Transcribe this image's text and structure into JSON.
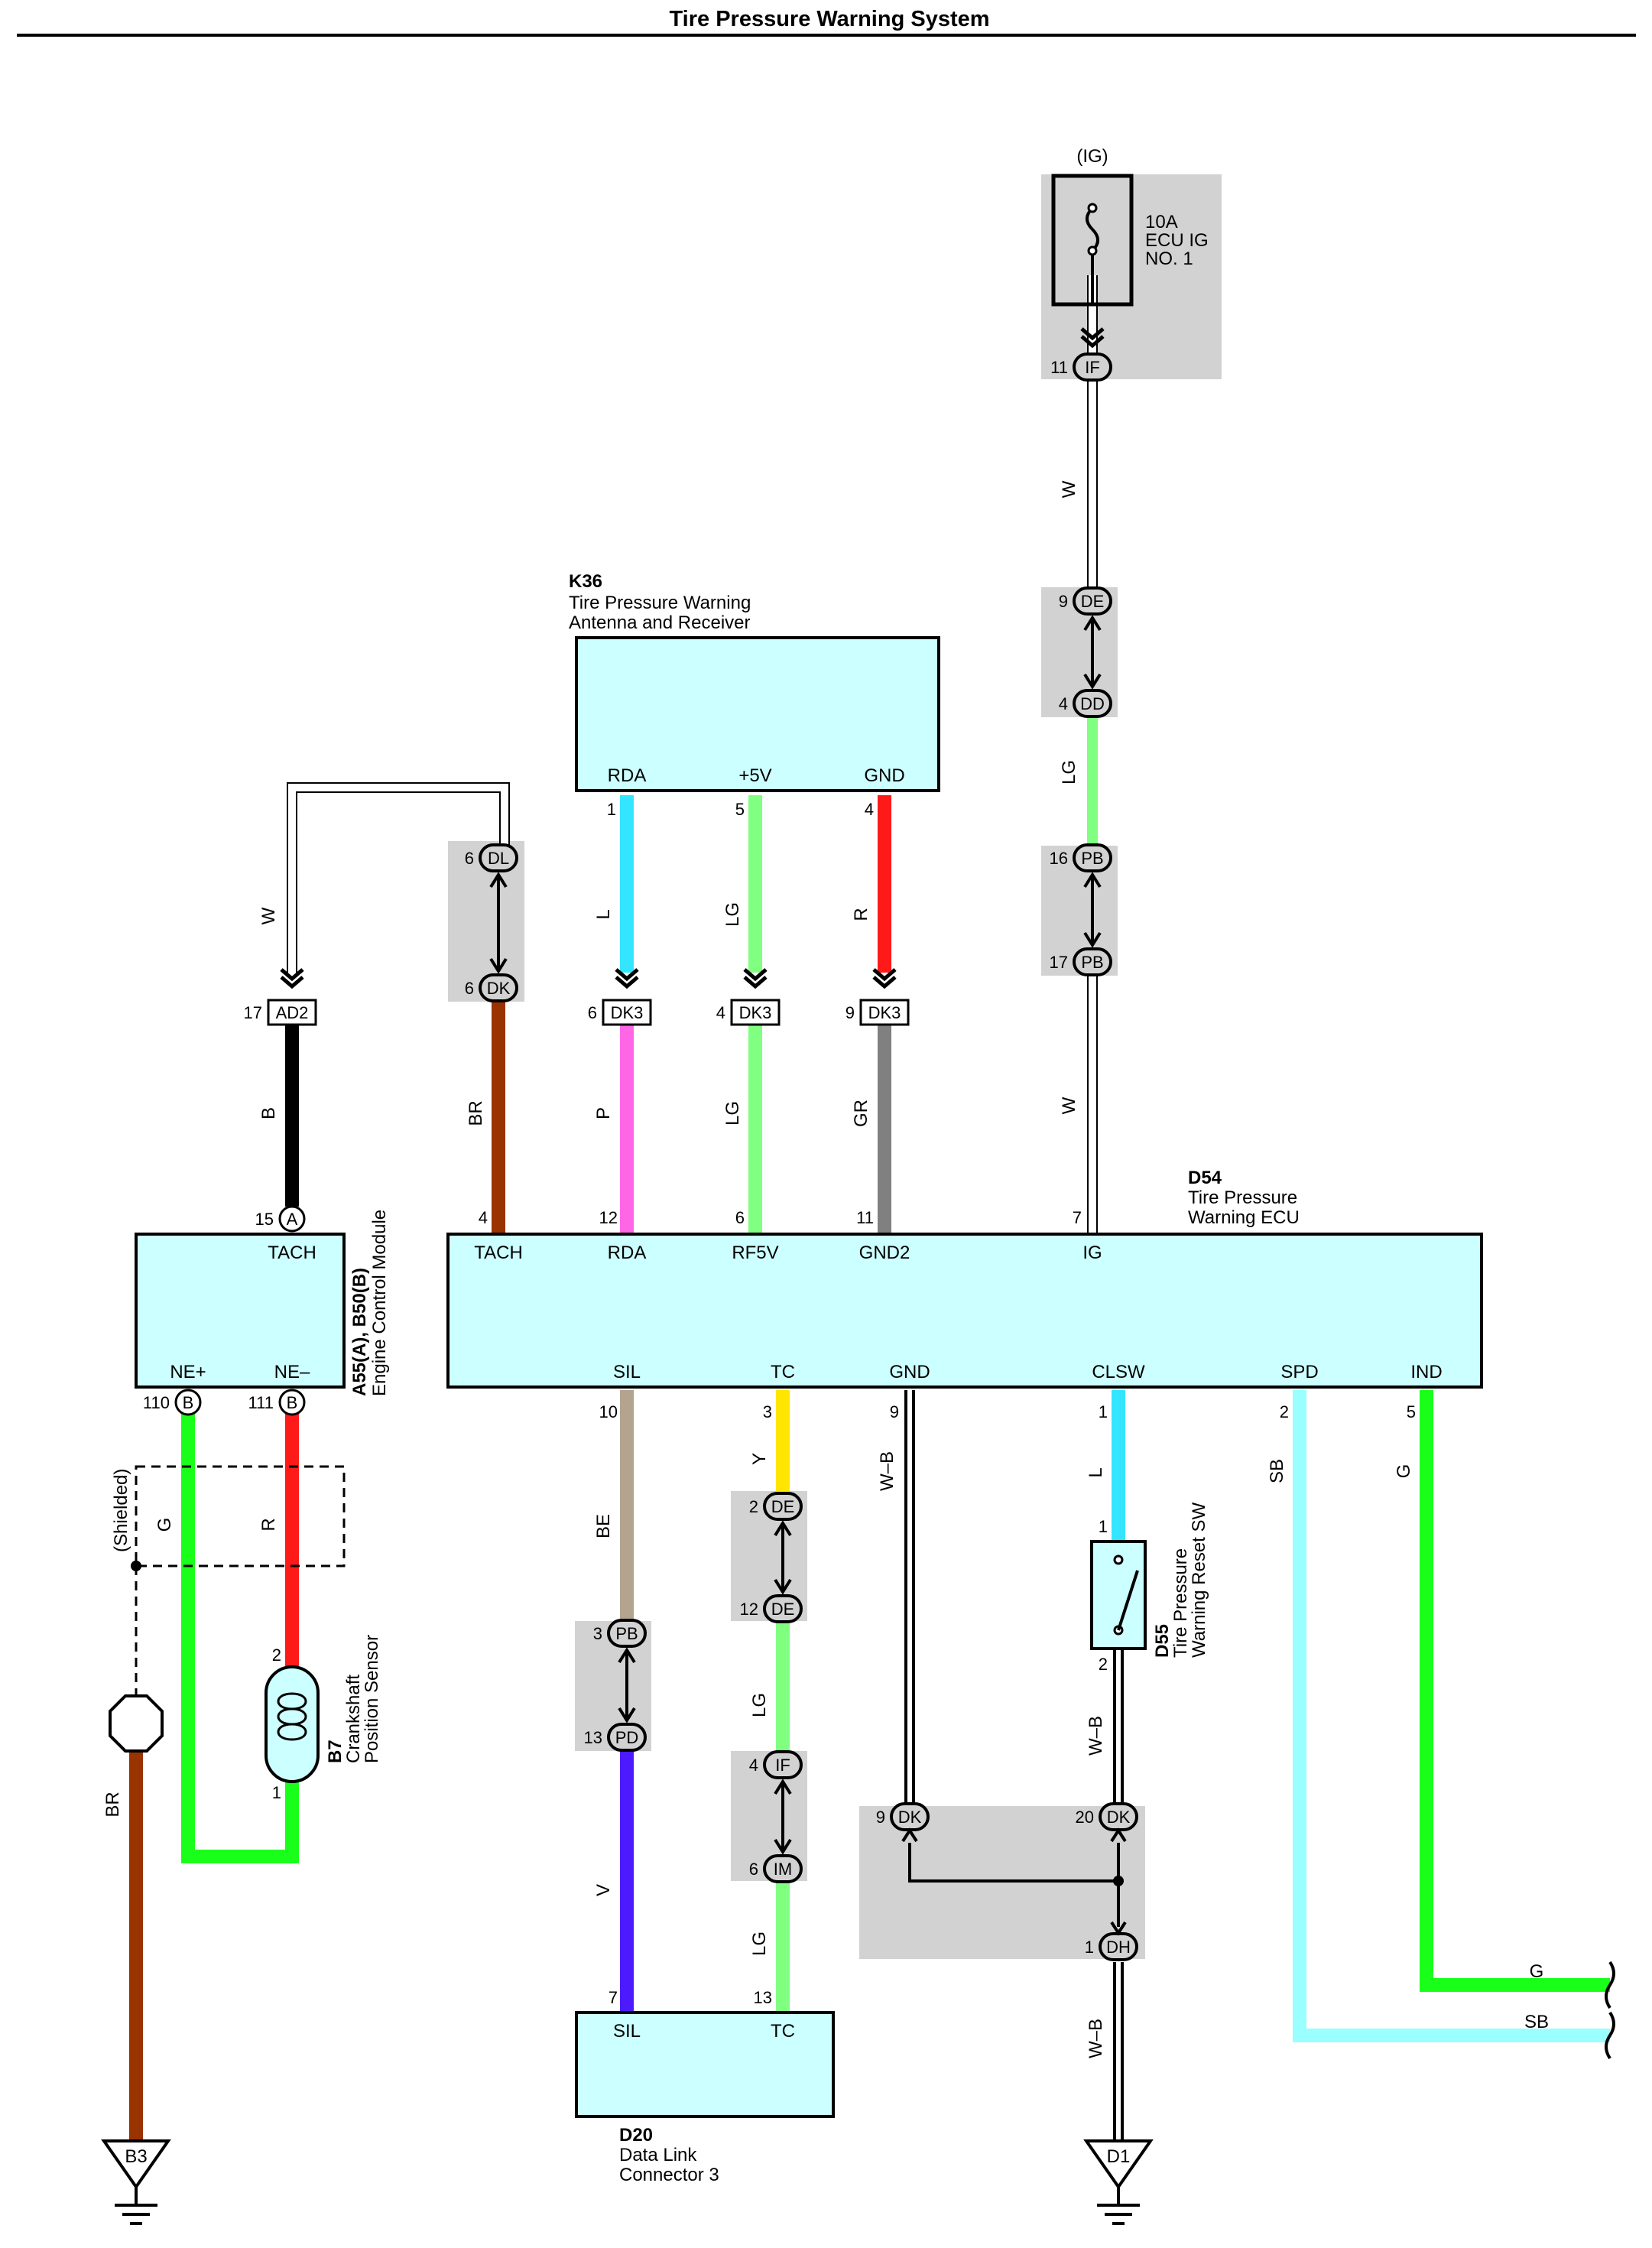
{
  "title": "Tire Pressure Warning System",
  "fuse": {
    "circuit": "(IG)",
    "line1": "10A",
    "line2": "ECU IG",
    "line3": "NO. 1"
  },
  "k36": {
    "code": "K36",
    "name1": "Tire Pressure Warning",
    "name2": "Antenna and Receiver",
    "t_rda": "RDA",
    "t_5v": "+5V",
    "t_gnd": "GND"
  },
  "d54": {
    "code": "D54",
    "name1": "Tire Pressure",
    "name2": "Warning ECU",
    "t_tach": "TACH",
    "t_rda": "RDA",
    "t_rf5v": "RF5V",
    "t_gnd2": "GND2",
    "t_ig": "IG",
    "t_sil": "SIL",
    "t_tc": "TC",
    "t_gnd": "GND",
    "t_clsw": "CLSW",
    "t_spd": "SPD",
    "t_ind": "IND"
  },
  "ecm": {
    "code": "A55(A), B50(B)",
    "name": "Engine Control Module",
    "t_tach": "TACH",
    "t_nep": "NE+",
    "t_nem": "NE–"
  },
  "b7": {
    "code": "B7",
    "name1": "Crankshaft",
    "name2": "Position Sensor"
  },
  "d55": {
    "code": "D55",
    "name1": "Tire Pressure",
    "name2": "Warning Reset SW"
  },
  "d20": {
    "code": "D20",
    "name1": "Data Link",
    "name2": "Connector 3",
    "t_sil": "SIL",
    "t_tc": "TC"
  },
  "shielded": "(Shielded)",
  "grounds": {
    "b3": "B3",
    "d1": "D1"
  },
  "connectors": {
    "if_top": {
      "pin": "11",
      "code": "IF"
    },
    "de_top": {
      "pin": "9",
      "code": "DE"
    },
    "dd": {
      "pin": "4",
      "code": "DD"
    },
    "pb16": {
      "pin": "16",
      "code": "PB"
    },
    "pb17": {
      "pin": "17",
      "code": "PB"
    },
    "dl": {
      "pin": "6",
      "code": "DL"
    },
    "dk6": {
      "pin": "6",
      "code": "DK"
    },
    "ad2": {
      "pin": "17",
      "code": "AD2"
    },
    "dk3a": {
      "pin": "6",
      "code": "DK3"
    },
    "dk3b": {
      "pin": "4",
      "code": "DK3"
    },
    "dk3c": {
      "pin": "9",
      "code": "DK3"
    },
    "ecm_a": {
      "pin": "15",
      "code": "A"
    },
    "ecm_b110": {
      "pin": "110",
      "code": "B"
    },
    "ecm_b111": {
      "pin": "111",
      "code": "B"
    },
    "pb3": {
      "pin": "3",
      "code": "PB"
    },
    "pd13": {
      "pin": "13",
      "code": "PD"
    },
    "de2": {
      "pin": "2",
      "code": "DE"
    },
    "de12": {
      "pin": "12",
      "code": "DE"
    },
    "if4": {
      "pin": "4",
      "code": "IF"
    },
    "im6": {
      "pin": "6",
      "code": "IM"
    },
    "dk9": {
      "pin": "9",
      "code": "DK"
    },
    "dk20": {
      "pin": "20",
      "code": "DK"
    },
    "dh1": {
      "pin": "1",
      "code": "DH"
    }
  },
  "pins": {
    "k36_rda": "1",
    "k36_5v": "5",
    "k36_gnd": "4",
    "d54_tach": "4",
    "d54_rda": "12",
    "d54_rf5v": "6",
    "d54_gnd2": "11",
    "d54_ig": "7",
    "d54_sil": "10",
    "d54_tc": "3",
    "d54_gnd": "9",
    "d54_clsw": "1",
    "d54_spd": "2",
    "d54_ind": "5",
    "d55_1": "1",
    "d55_2": "2",
    "b7_2": "2",
    "b7_1": "1",
    "d20_sil": "7",
    "d20_tc": "13"
  },
  "wire_labels": {
    "w_top": "W",
    "lg_top": "LG",
    "w_ig": "W",
    "w_tach": "W",
    "br_tach": "BR",
    "b_tach": "B",
    "l_k36": "L",
    "lg_k36": "LG",
    "r_k36": "R",
    "p_rda": "P",
    "lg_rf5v": "LG",
    "gr_gnd2": "GR",
    "be_sil": "BE",
    "v_sil": "V",
    "y_tc": "Y",
    "lg_tc1": "LG",
    "lg_tc2": "LG",
    "wb_gnd": "W–B",
    "l_clsw": "L",
    "wb_d55": "W–B",
    "wb_d1": "W–B",
    "sb_spd": "SB",
    "g_ind": "G",
    "g_ind_h": "G",
    "sb_spd_h": "SB",
    "g_ne": "G",
    "r_ne": "R",
    "br_b3": "BR"
  },
  "wire_colors": {
    "W": "#ffffff",
    "LG": "#80ff80",
    "L": "#33e5ff",
    "R": "#ff1a1a",
    "P": "#ff66e6",
    "GR": "#808080",
    "BR": "#993300",
    "B": "#000000",
    "BE": "#b3a38f",
    "V": "#4d1aff",
    "Y": "#ffe600",
    "G": "#1aff1a",
    "SB": "#99ffff"
  }
}
